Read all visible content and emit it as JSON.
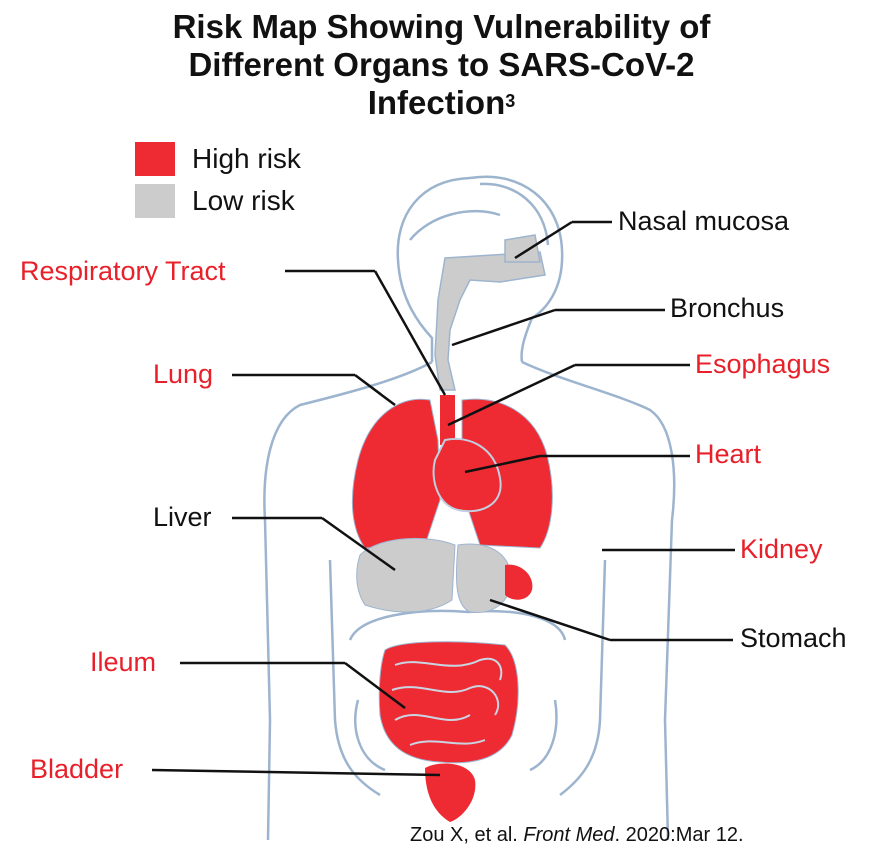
{
  "title": {
    "line1": "Risk Map Showing Vulnerability of",
    "line2": "Different Organs to SARS-CoV-2",
    "line3": "Infection",
    "sup": "3"
  },
  "legend": {
    "high": {
      "label": "High risk",
      "color": "#ee2a33"
    },
    "low": {
      "label": "Low risk",
      "color": "#cccccc"
    }
  },
  "labels": {
    "nasal_mucosa": {
      "text": "Nasal mucosa",
      "risk": "low"
    },
    "respiratory_tract": {
      "text": "Respiratory Tract",
      "risk": "high"
    },
    "bronchus": {
      "text": "Bronchus",
      "risk": "low"
    },
    "lung": {
      "text": "Lung",
      "risk": "high"
    },
    "esophagus": {
      "text": "Esophagus",
      "risk": "high"
    },
    "heart": {
      "text": "Heart",
      "risk": "high"
    },
    "liver": {
      "text": "Liver",
      "risk": "low"
    },
    "kidney": {
      "text": "Kidney",
      "risk": "high"
    },
    "stomach": {
      "text": "Stomach",
      "risk": "low"
    },
    "ileum": {
      "text": "Ileum",
      "risk": "high"
    },
    "bladder": {
      "text": "Bladder",
      "risk": "high"
    }
  },
  "citation": {
    "authors": "Zou X, et al. ",
    "journal": "Front Med",
    "rest": ". 2020:Mar 12."
  },
  "colors": {
    "high": "#ee2a33",
    "low": "#cccccc",
    "outline": "#9db4cf"
  }
}
